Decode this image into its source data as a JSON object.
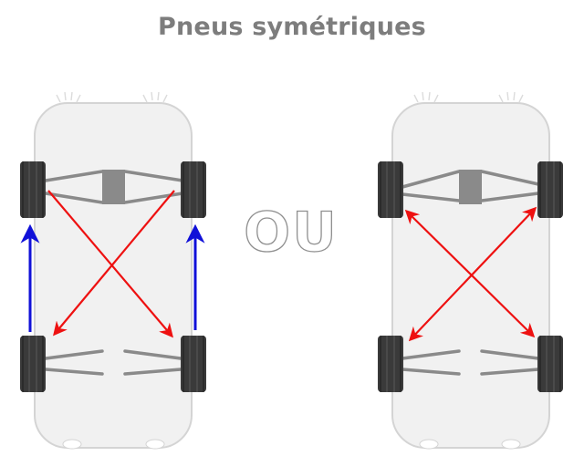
{
  "title": "Pneus symétriques",
  "separator_label": "OU",
  "colors": {
    "front_to_back_arrow": "#1010d8",
    "cross_arrow": "#ee1111",
    "car_body": "#f1f1f1",
    "car_outline": "#d4d4d4",
    "tire": "#3a3a3a",
    "axle": "#8a8a8a",
    "title": "#7d7d7d"
  },
  "diagrams": [
    {
      "name": "left-car",
      "arrows": [
        {
          "type": "straight",
          "from": "rear-left",
          "to": "front-left",
          "color": "blue"
        },
        {
          "type": "straight",
          "from": "rear-right",
          "to": "front-right",
          "color": "blue"
        },
        {
          "type": "cross",
          "from": "front-left",
          "to": "rear-right",
          "color": "red"
        },
        {
          "type": "cross",
          "from": "front-right",
          "to": "rear-left",
          "color": "red"
        }
      ]
    },
    {
      "name": "right-car",
      "arrows": [
        {
          "type": "cross-double",
          "between": [
            "front-left",
            "rear-right"
          ],
          "color": "red"
        },
        {
          "type": "cross-double",
          "between": [
            "front-right",
            "rear-left"
          ],
          "color": "red"
        }
      ]
    }
  ]
}
